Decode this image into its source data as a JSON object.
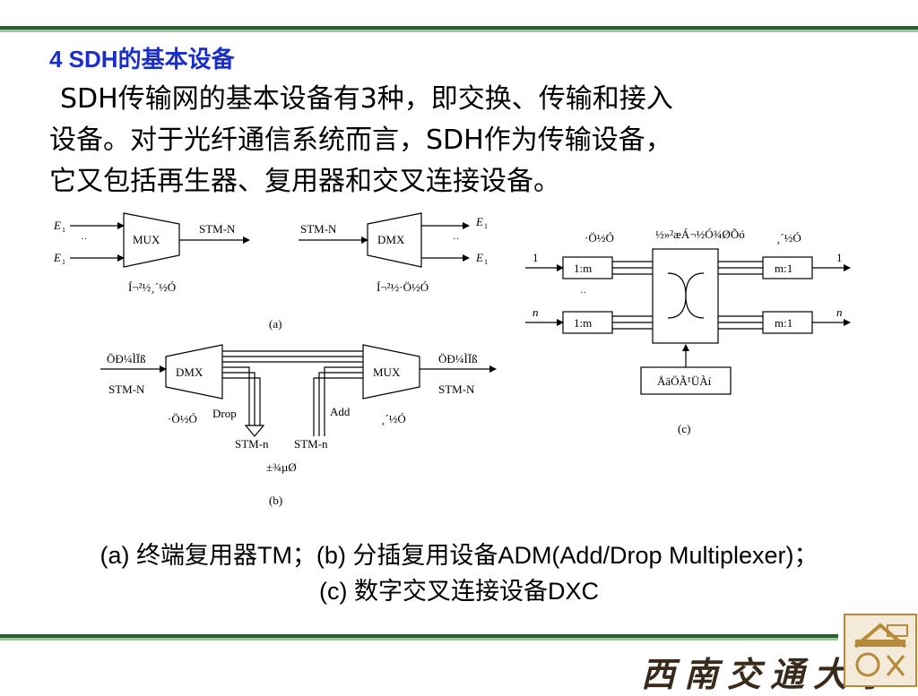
{
  "heading": "4 SDH的基本设备",
  "paragraph": {
    "line1": "SDH传输网的基本设备有3种，即交换、传输和接入",
    "line2": "设备。对于光纤通信系统而言，SDH作为传输设备，",
    "line3": "它又包括再生器、复用器和交叉连接设备。"
  },
  "diagram_a": {
    "left": {
      "in_top": "E",
      "in_bot": "E",
      "sub": "1",
      "dots": "··",
      "box": "MUX",
      "out": "STM-N",
      "label": "Í¬²½¸´½Ó"
    },
    "right": {
      "in": "STM-N",
      "box": "DMX",
      "out_top": "E",
      "out_bot": "E",
      "sub": "1",
      "dots": "··",
      "label": "Í¬²½·Ö½Ó"
    },
    "caption": "(a)"
  },
  "diagram_b": {
    "in_top": "ÖÐ¼ÌÏß",
    "in_bot": "STM-N",
    "out_top": "ÖÐ¼ÌÏß",
    "out_bot": "STM-N",
    "box_left": "DMX",
    "box_right": "MUX",
    "drop": "Drop",
    "add": "Add",
    "left_label": "·Ö½Ó",
    "right_label": "¸´½Ó",
    "stm_left": "STM-n",
    "stm_right": "STM-n",
    "bottom_label": "±¾µØ",
    "caption": "(b)"
  },
  "diagram_c": {
    "label_left": "·Ö½Ó",
    "label_mid": "½»²æÁ¬½Ó¾ØÕó",
    "label_right": "¸´½Ó",
    "in_top": "1",
    "in_bot": "n",
    "out_top": "1",
    "out_bot": "n",
    "demux_top": "1:m",
    "demux_bot": "1:m",
    "mux_top": "m:1",
    "mux_bot": "m:1",
    "dots": "··",
    "control": "ÅäÖÃ¹ÜÀí",
    "caption": "(c)"
  },
  "caption_line1": "(a) 终端复用器TM；(b) 分插复用设备ADM(Add/Drop Multiplexer)；",
  "caption_line2": "(c) 数字交叉连接设备DXC",
  "logo": "西南交通大学",
  "colors": {
    "heading": "#1a2ecc",
    "bar_dark": "#2e5e2e",
    "bar_light": "#9fc59f"
  }
}
